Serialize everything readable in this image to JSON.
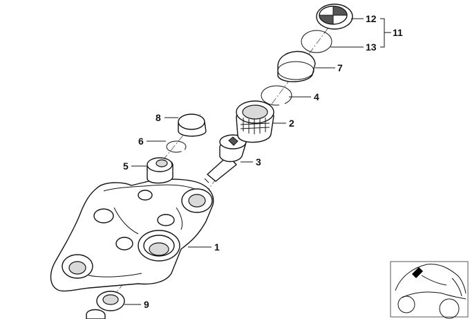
{
  "callouts": {
    "c1": "1",
    "c2": "2",
    "c3": "3",
    "c4": "4",
    "c5": "5",
    "c6": "6",
    "c7": "7",
    "c8": "8",
    "c9": "9",
    "c11": "11",
    "c12": "12",
    "c13": "13"
  },
  "icons": {
    "emblem": "roundel-emblem-icon",
    "thumbnail": "motorcycle-location-icon"
  },
  "colors": {
    "line": "#111111",
    "highlight": "#000000",
    "background": "#ffffff"
  }
}
